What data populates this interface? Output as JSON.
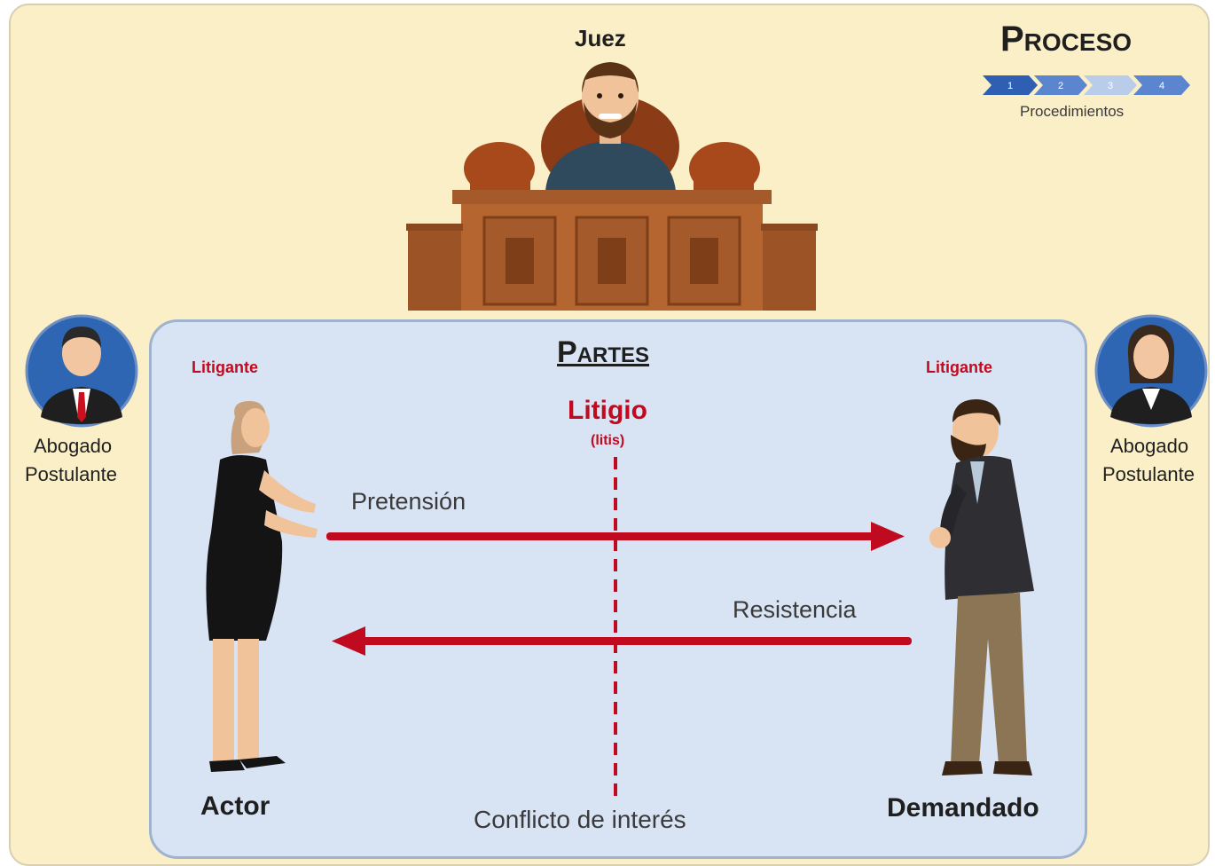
{
  "header": {
    "title": "Proceso",
    "steps": [
      "1",
      "2",
      "3",
      "4"
    ],
    "steps_caption": "Procedimientos"
  },
  "judge": {
    "label": "Juez"
  },
  "parties": {
    "title": "Partes",
    "left_role": "Litigante",
    "right_role": "Litigante",
    "left_name": "Actor",
    "right_name": "Demandado"
  },
  "lawyers": {
    "left_line1": "Abogado",
    "left_line2": "Postulante",
    "right_line1": "Abogado",
    "right_line2": "Postulante"
  },
  "center": {
    "title": "Litigio",
    "subtitle": "(litis)",
    "caption": "Conflicto de interés"
  },
  "arrows": {
    "top_label": "Pretensión",
    "bottom_label": "Resistencia"
  },
  "colors": {
    "background": "#fbefc7",
    "panel": "#d8e4f4",
    "accent_red": "#c00a1f",
    "step_blue": "#2f5fb3",
    "wood": "#a55a2c"
  },
  "icons": {
    "left_lawyer": "male-lawyer-avatar-icon",
    "right_lawyer": "female-lawyer-avatar-icon"
  }
}
